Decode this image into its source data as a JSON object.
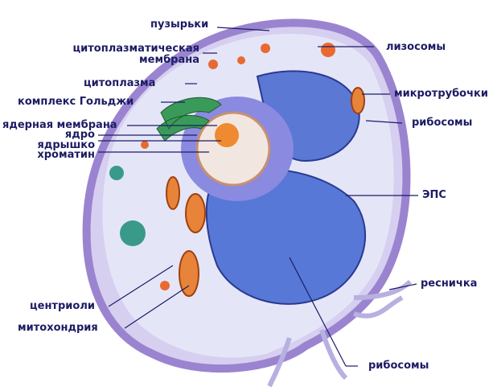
{
  "labels": {
    "vesicles": "пузырьки",
    "membrane": "цитоплазматическая",
    "membrane2": "мембрана",
    "cytoplasm": "цитоплазма",
    "golgi": "комплекс Гольджи",
    "nuclear_membrane": "ядерная мембрана",
    "nucleus": "ядро",
    "nucleolus": "ядрышко",
    "chromatin": "хроматин",
    "lysosomes": "лизосомы",
    "microtubules": "микротрубочки",
    "ribosomes_top": "рибосомы",
    "er": "ЭПС",
    "cilium": "ресничка",
    "centrioles": "центриоли",
    "mitochondrion": "митохондрия",
    "ribosomes_bottom": "рибосомы"
  },
  "colors": {
    "label": "#1c1c64",
    "cell": "#d8d2f0",
    "membrane": "#8a70c8",
    "nucleus": "#f0e4d8",
    "er": "#4a6ad0",
    "golgi": "#3a9a5a",
    "mito": "#e06030"
  }
}
